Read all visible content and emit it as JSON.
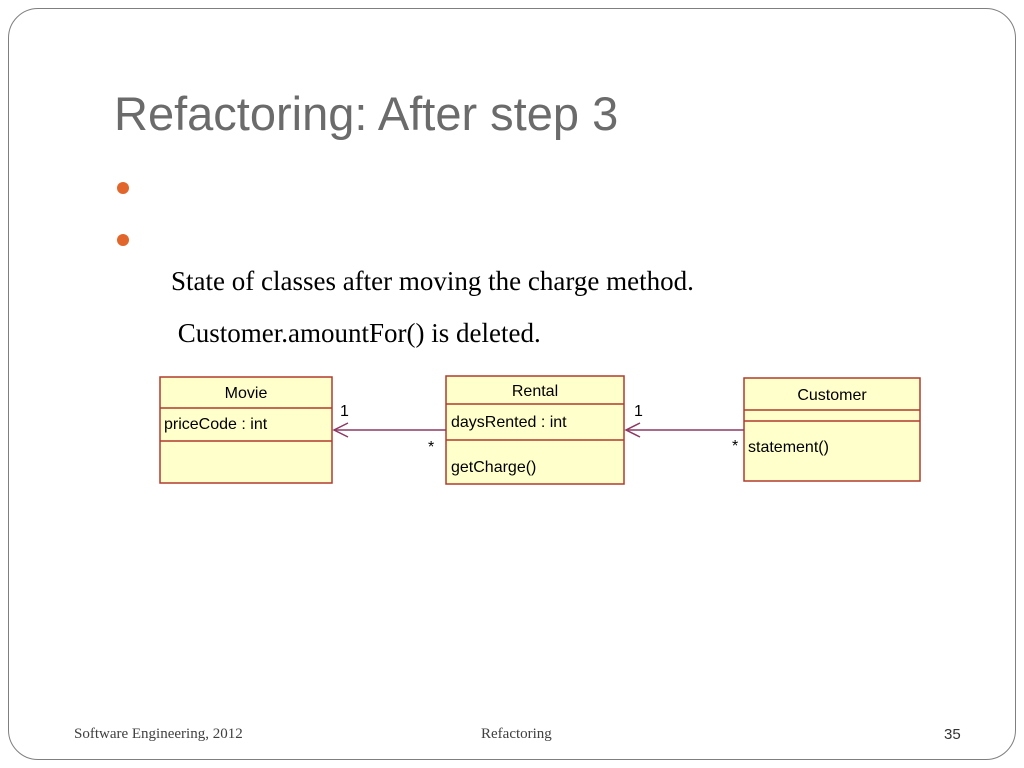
{
  "slide": {
    "title": "Refactoring: After step 3",
    "bullets": [
      "State of classes after moving the charge method.",
      " Customer.amountFor() is deleted."
    ]
  },
  "diagram": {
    "classes": {
      "movie": {
        "name": "Movie",
        "attribute": "priceCode : int",
        "operation": ""
      },
      "rental": {
        "name": "Rental",
        "attribute": "daysRented : int",
        "operation": "getCharge()"
      },
      "customer": {
        "name": "Customer",
        "attribute": "",
        "operation": "statement()"
      }
    },
    "associations": {
      "rental_movie": {
        "source_multiplicity": "*",
        "target_multiplicity": "1"
      },
      "customer_rental": {
        "source_multiplicity": "*",
        "target_multiplicity": "1"
      }
    },
    "colors": {
      "class_fill": "#ffffcc",
      "class_border": "#b03a2e",
      "association_line": "#8b3a62"
    }
  },
  "footer": {
    "left": "Software Engineering, 2012",
    "center": "Refactoring",
    "page_number": "35"
  },
  "colors": {
    "title": "#6b6b6b",
    "bullet": "#e2662b",
    "frame": "#7f7f7f"
  }
}
